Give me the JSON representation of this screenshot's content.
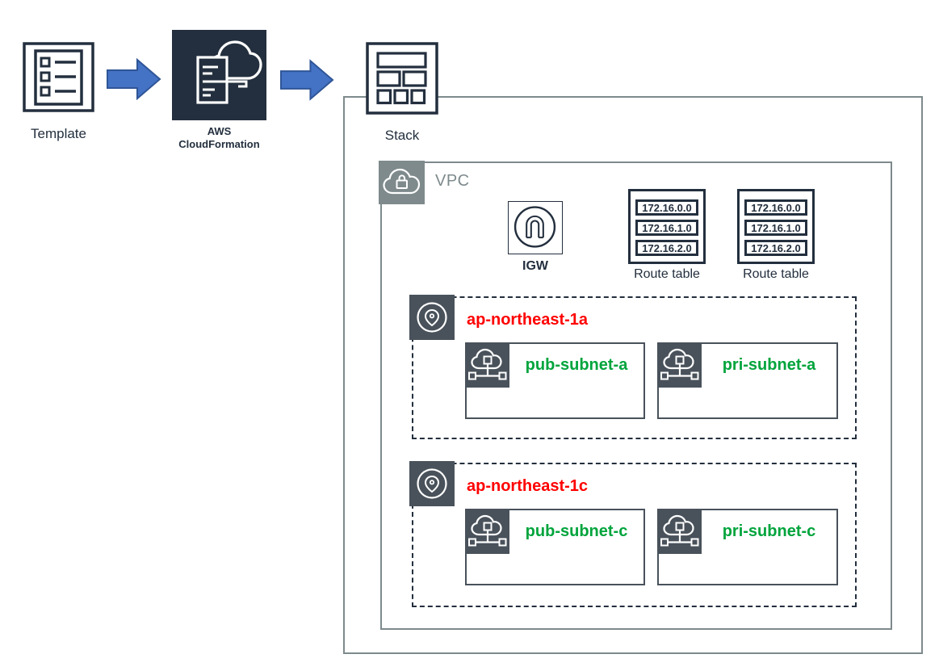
{
  "flow": {
    "template_label": "Template",
    "cloudformation_line1": "AWS",
    "cloudformation_line2": "CloudFormation",
    "stack_label": "Stack"
  },
  "vpc": {
    "label": "VPC",
    "igw_label": "IGW",
    "route_tables": [
      {
        "label": "Route table",
        "entries": [
          "172.16.0.0",
          "172.16.1.0",
          "172.16.2.0"
        ]
      },
      {
        "label": "Route table",
        "entries": [
          "172.16.0.0",
          "172.16.1.0",
          "172.16.2.0"
        ]
      }
    ],
    "availability_zones": [
      {
        "name": "ap-northeast-1a",
        "subnets": [
          {
            "name": "pub-subnet-a"
          },
          {
            "name": "pri-subnet-a"
          }
        ]
      },
      {
        "name": "ap-northeast-1c",
        "subnets": [
          {
            "name": "pub-subnet-c"
          },
          {
            "name": "pri-subnet-c"
          }
        ]
      }
    ]
  },
  "colors": {
    "dark_navy": "#232F3E",
    "boundary_gray": "#7E8A8C",
    "icon_slate": "#49525B",
    "az_label_red": "#FF0000",
    "subnet_label_green": "#00A43C",
    "arrow_fill": "#4472C4",
    "arrow_border": "#2F5597"
  }
}
